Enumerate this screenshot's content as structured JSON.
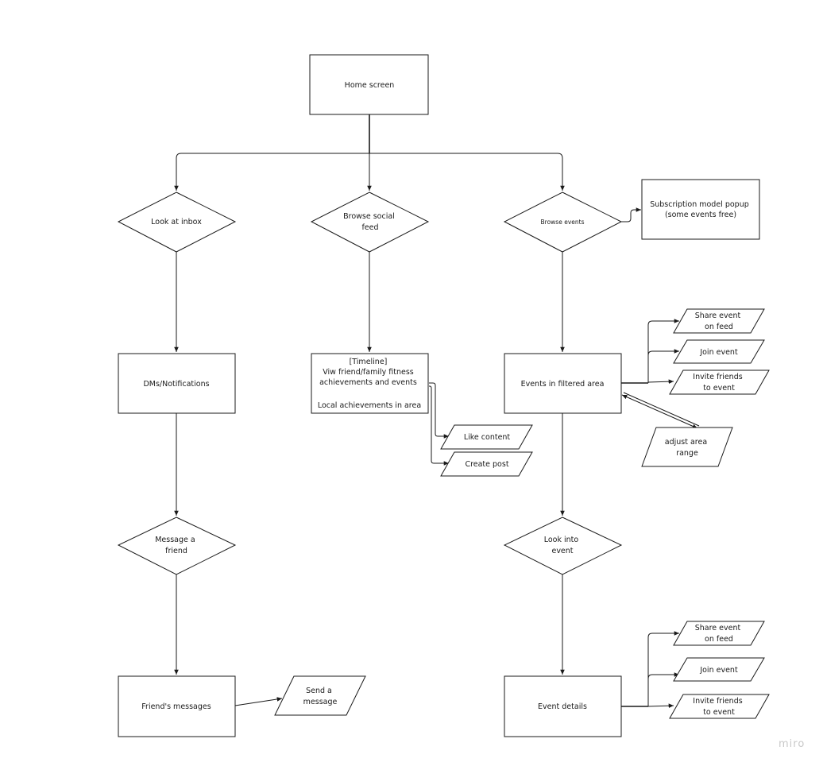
{
  "diagram": {
    "nodes": {
      "home": [
        "Home screen"
      ],
      "inbox": [
        "Look at inbox"
      ],
      "social": [
        "Browse social",
        "feed"
      ],
      "events": [
        "Browse events"
      ],
      "subscription": [
        "Subscription model popup",
        "(some events free)"
      ],
      "dms": [
        "DMs/Notifications"
      ],
      "timeline": [
        "[Timeline]",
        "Viw friend/family fitness",
        "achievements and events",
        "",
        "Local achievements in area"
      ],
      "filtered": [
        "Events in filtered area"
      ],
      "share1": [
        "Share event",
        "on feed"
      ],
      "join1": [
        "Join event"
      ],
      "invite1": [
        "Invite friends",
        "to event"
      ],
      "adjust": [
        "adjust area",
        "range"
      ],
      "like": [
        "Like content"
      ],
      "create": [
        "Create post"
      ],
      "message": [
        "Message a",
        "friend"
      ],
      "lookinto": [
        "Look into",
        "event"
      ],
      "friendmsgs": [
        "Friend's messages"
      ],
      "sendmsg": [
        "Send a",
        "message"
      ],
      "details": [
        "Event details"
      ],
      "share2": [
        "Share event",
        "on feed"
      ],
      "join2": [
        "Join event"
      ],
      "invite2": [
        "Invite friends",
        "to event"
      ]
    },
    "watermark": "miro"
  }
}
